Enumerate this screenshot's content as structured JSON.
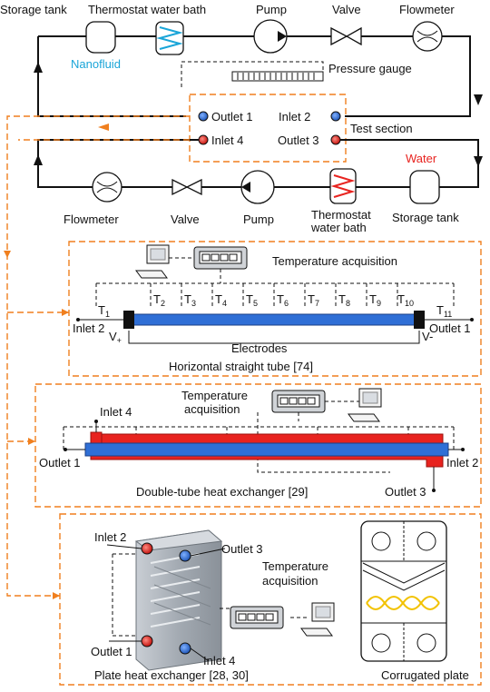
{
  "colors": {
    "orange": "#f07f1e",
    "blue": "#2f6fd6",
    "red": "#e8231f",
    "cyan": "#1aa5d8",
    "steel": "#9aa2ab"
  },
  "top_loop": {
    "storage_tank": "Storage tank",
    "thermostat": "Thermostat water bath",
    "pump": "Pump",
    "valve": "Valve",
    "flowmeter": "Flowmeter",
    "fluid": "Nanofluid",
    "pressure_gauge": "Pressure gauge"
  },
  "test_section": {
    "outlet1": "Outlet 1",
    "inlet2": "Inlet 2",
    "inlet4": "Inlet 4",
    "outlet3": "Outlet 3",
    "label": "Test section"
  },
  "bottom_loop": {
    "flowmeter": "Flowmeter",
    "valve": "Valve",
    "pump": "Pump",
    "thermostat_line1": "Thermostat",
    "thermostat_line2": "water bath",
    "storage_tank": "Storage tank",
    "fluid": "Water"
  },
  "horizontal_tube": {
    "temp_acq": "Temperature acquisition",
    "sensors": [
      {
        "main": "T",
        "sub": "1"
      },
      {
        "main": "T",
        "sub": "2"
      },
      {
        "main": "T",
        "sub": "3"
      },
      {
        "main": "T",
        "sub": "4"
      },
      {
        "main": "T",
        "sub": "5"
      },
      {
        "main": "T",
        "sub": "6"
      },
      {
        "main": "T",
        "sub": "7"
      },
      {
        "main": "T",
        "sub": "8"
      },
      {
        "main": "T",
        "sub": "9"
      },
      {
        "main": "T",
        "sub": "10"
      },
      {
        "main": "T",
        "sub": "11"
      }
    ],
    "inlet": "Inlet 2",
    "outlet": "Outlet 1",
    "v_plus_main": "V",
    "v_plus_sub": "+",
    "v_minus": "V-",
    "electrodes": "Electrodes",
    "caption": "Horizontal straight tube  [74]"
  },
  "double_tube": {
    "temp_acq_line1": "Temperature",
    "temp_acq_line2": "acquisition",
    "inlet4": "Inlet 4",
    "outlet1": "Outlet 1",
    "inlet2": "Inlet 2",
    "outlet3": "Outlet 3",
    "caption": "Double-tube  heat exchanger [29]"
  },
  "plate_hx": {
    "inlet2": "Inlet 2",
    "outlet3": "Outlet 3",
    "outlet1": "Outlet 1",
    "inlet4": "Inlet 4",
    "temp_acq_line1": "Temperature",
    "temp_acq_line2": "acquisition",
    "caption": "Plate heat exchanger [28, 30]",
    "corrugated": "Corrugated plate"
  }
}
